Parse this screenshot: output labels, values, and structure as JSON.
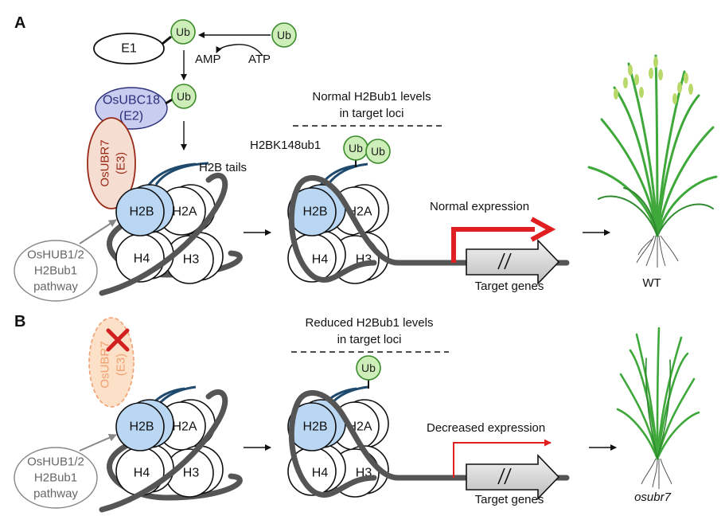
{
  "panels": {
    "a": "A",
    "b": "B"
  },
  "enzymes": {
    "e1": "E1",
    "e2_line1": "OsUBC18",
    "e2_line2": "(E2)",
    "e3_line1": "OsUBR7",
    "e3_line2": "(E3)"
  },
  "molecules": {
    "ub": "Ub",
    "amp": "AMP",
    "atp": "ATP"
  },
  "histones": {
    "h2b": "H2B",
    "h2a": "H2A",
    "h4": "H4",
    "h3": "H3"
  },
  "labels": {
    "h2b_tails": "H2B tails",
    "h2bk148ub1": "H2BK148ub1",
    "pathway_line1": "OsHUB1/2",
    "pathway_line2": "H2Bub1",
    "pathway_line3": "pathway",
    "normal_levels_line1": "Normal H2Bub1 levels",
    "normal_levels_line2": "in target loci",
    "reduced_levels_line1": "Reduced H2Bub1 levels",
    "reduced_levels_line2": "in target loci",
    "normal_expression": "Normal expression",
    "decreased_expression": "Decreased expression",
    "target_genes": "Target genes",
    "wt": "WT",
    "mutant": "osubr7"
  },
  "colors": {
    "ub_fill": "#cdeeb8",
    "ub_stroke": "#3a8a2a",
    "h2b_fill": "#b9d7f3",
    "e2_fill": "#c9cdef",
    "e3_fill": "#f6ddd2",
    "e3_stroke": "#9a2a18",
    "e3_ko_fill": "#fde0c8",
    "e3_ko_stroke": "#f0a070",
    "dna": "#555555",
    "tail": "#1f4a6e",
    "expression": "#e02020",
    "cross": "#d02020",
    "plant_green": "#3ea83a"
  }
}
